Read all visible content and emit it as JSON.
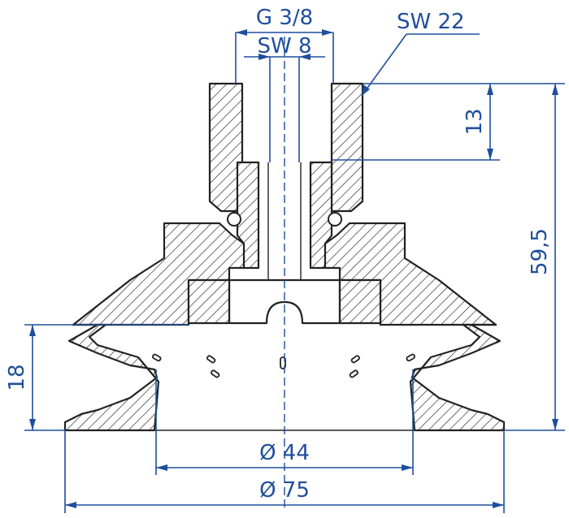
{
  "dimensions": {
    "thread": "G 3/8",
    "wrench_inner": "SW 8",
    "wrench_outer": "SW 22",
    "height_top": "13",
    "height_total": "59,5",
    "height_bellow": "18",
    "diameter_inner": "Ø 44",
    "diameter_outer": "Ø 75"
  },
  "colors": {
    "dimension": "#1f4e9c",
    "outline": "#222222"
  }
}
